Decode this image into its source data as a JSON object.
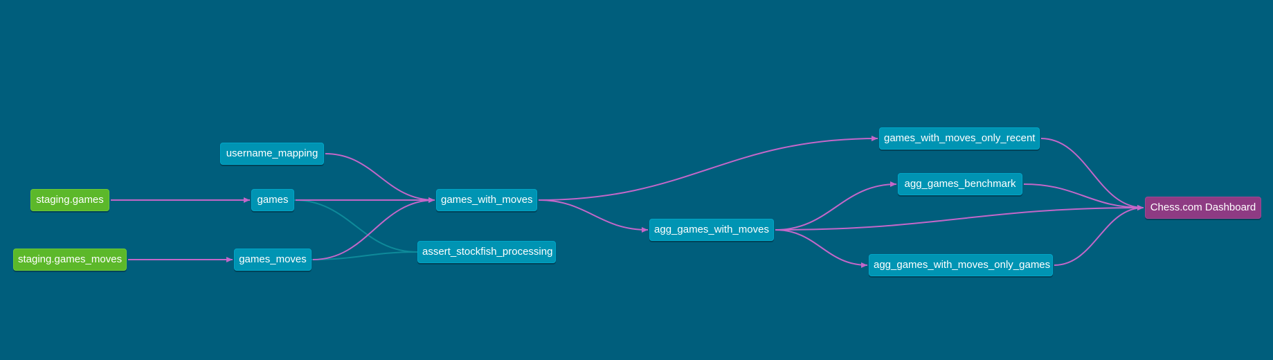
{
  "colors": {
    "background": "#005e7c",
    "model": "#0094b3",
    "source": "#5cb82a",
    "exposure": "#8e3b83",
    "edge": "#c467c9",
    "test_edge": "#0e8a9a"
  },
  "nodes": {
    "staging_games": "staging.games",
    "staging_games_moves": "staging.games_moves",
    "username_mapping": "username_mapping",
    "games": "games",
    "games_moves": "games_moves",
    "games_with_moves": "games_with_moves",
    "assert_stockfish_processing": "assert_stockfish_processing",
    "agg_games_with_moves": "agg_games_with_moves",
    "games_with_moves_only_recent": "games_with_moves_only_recent",
    "agg_games_benchmark": "agg_games_benchmark",
    "agg_games_with_moves_only_games": "agg_games_with_moves_only_games",
    "chess_dashboard": "Chess.com Dashboard"
  },
  "edges": [
    [
      "staging_games",
      "games"
    ],
    [
      "staging_games_moves",
      "games_moves"
    ],
    [
      "username_mapping",
      "games_with_moves"
    ],
    [
      "games",
      "games_with_moves"
    ],
    [
      "games_moves",
      "games_with_moves"
    ],
    [
      "games_with_moves",
      "games_with_moves_only_recent"
    ],
    [
      "games_with_moves",
      "agg_games_with_moves"
    ],
    [
      "agg_games_with_moves",
      "agg_games_benchmark"
    ],
    [
      "agg_games_with_moves",
      "agg_games_with_moves_only_games"
    ],
    [
      "agg_games_with_moves",
      "chess_dashboard"
    ],
    [
      "games_with_moves_only_recent",
      "chess_dashboard"
    ],
    [
      "agg_games_benchmark",
      "chess_dashboard"
    ],
    [
      "agg_games_with_moves_only_games",
      "chess_dashboard"
    ]
  ],
  "test_edges": [
    [
      "games",
      "assert_stockfish_processing"
    ],
    [
      "games_moves",
      "assert_stockfish_processing"
    ]
  ]
}
